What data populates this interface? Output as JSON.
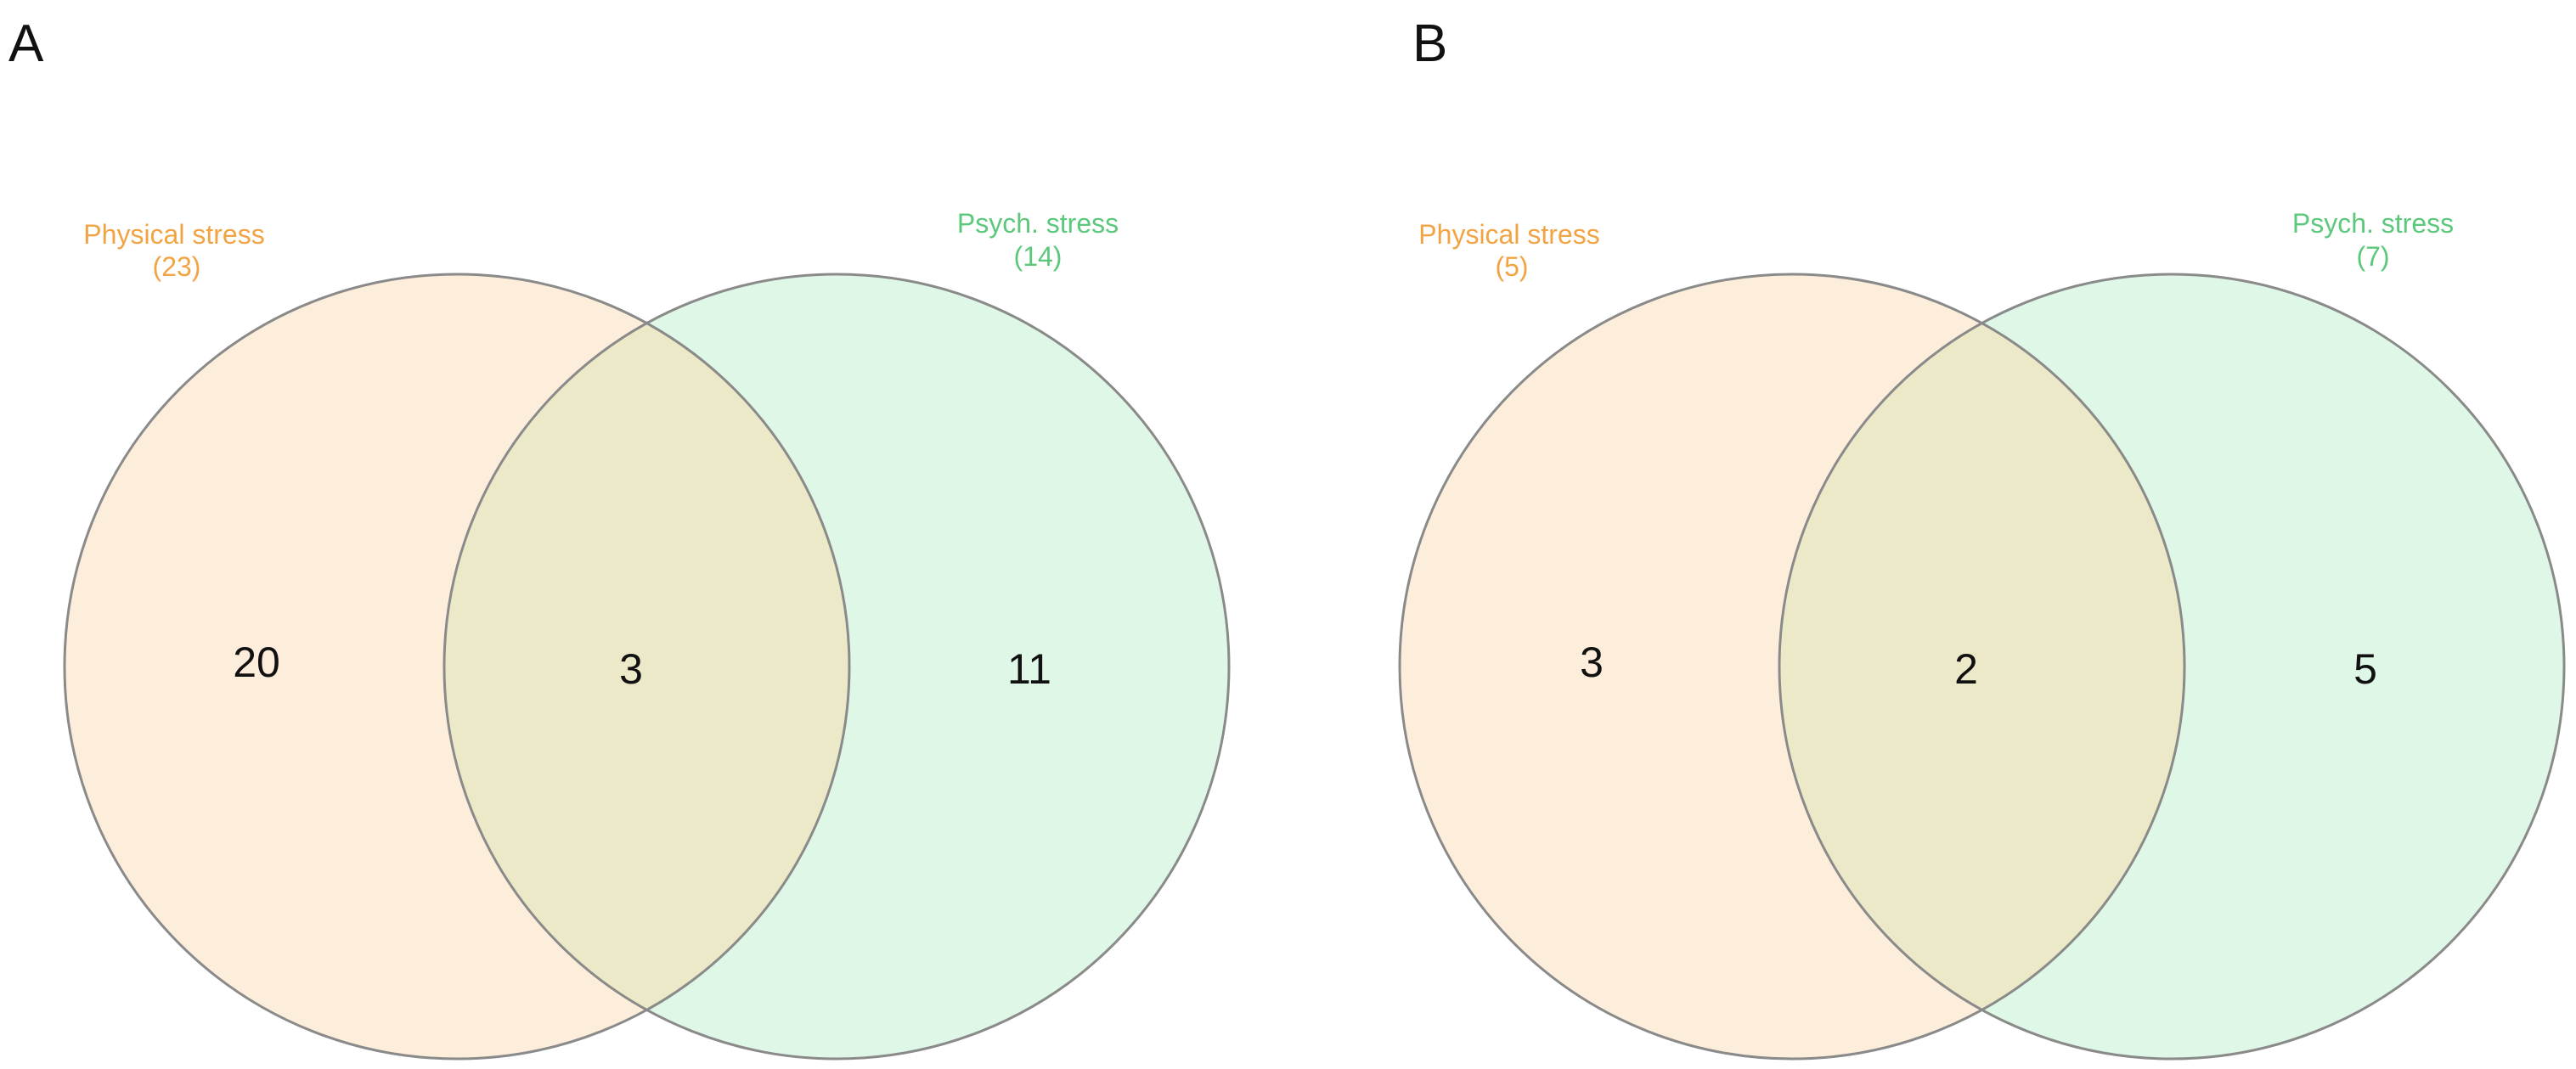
{
  "colors": {
    "physical": "#f2a444",
    "physical_fill": "#fdeedb",
    "psych": "#5cc87c",
    "psych_fill": "#def7e6",
    "overlap_fill": "#ece9c8",
    "outline": "#8a8a8a"
  },
  "panels": [
    {
      "letter": "A",
      "physical": {
        "name": "Physical stress",
        "total": "(23)"
      },
      "psych": {
        "name": "Psych. stress",
        "total": "(14)"
      },
      "only_physical": "20",
      "overlap": "3",
      "only_psych": "11"
    },
    {
      "letter": "B",
      "physical": {
        "name": "Physical stress",
        "total": "(5)"
      },
      "psych": {
        "name": "Psych. stress",
        "total": "(7)"
      },
      "only_physical": "3",
      "overlap": "2",
      "only_psych": "5"
    }
  ]
}
